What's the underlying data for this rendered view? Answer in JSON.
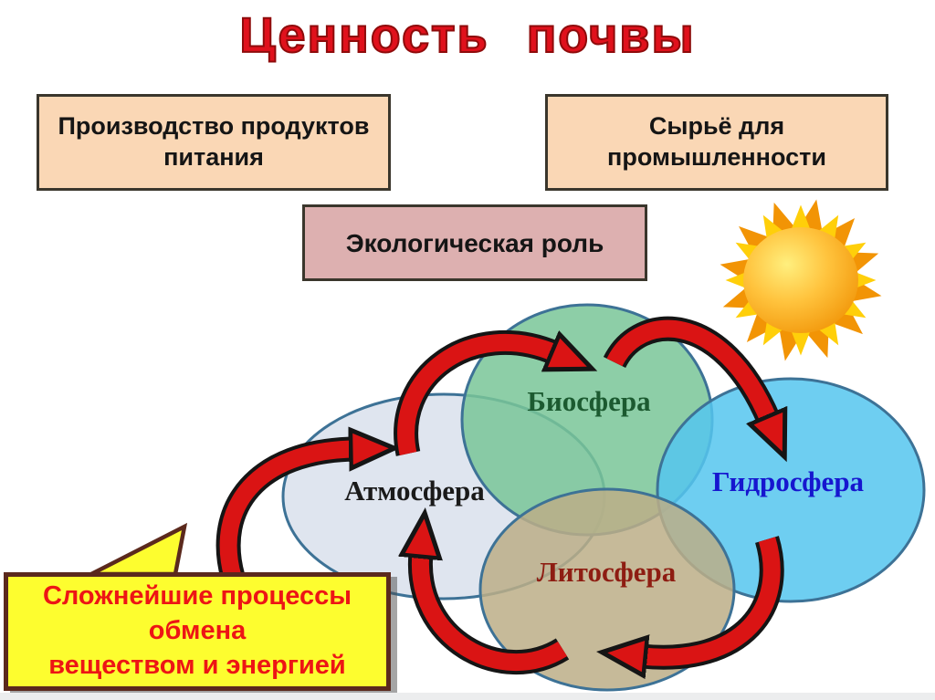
{
  "slide": {
    "title": "Ценность почвы",
    "title_color": "#e0111c",
    "background": "#ffffff"
  },
  "boxes": {
    "food": {
      "label": "Производство продуктов питания",
      "bg": "#fad7b5"
    },
    "industry": {
      "label": "Сырьё для промышленности",
      "bg": "#fad7b5"
    },
    "ecology": {
      "label": "Экологическая роль",
      "bg": "#ddb0b0"
    }
  },
  "venn": {
    "border_color": "#3d7296",
    "atmosphere": {
      "label": "Атмосфера",
      "fill": "#d9e0ec",
      "text_color": "#1a1a1a"
    },
    "biosphere": {
      "label": "Биосфера",
      "fill": "#79c698",
      "text_color": "#1c5a30"
    },
    "hydrosphere": {
      "label": "Гидросфера",
      "fill": "#55c6ee",
      "text_color": "#1616cf"
    },
    "lithosphere": {
      "label": "Литосфера",
      "fill": "#bcae87",
      "text_color": "#8e1d12"
    }
  },
  "callout": {
    "line1": "Сложнейшие процессы",
    "line2": "обмена",
    "line3": "веществом и энергией",
    "bg": "#fdfd2f",
    "border_color": "#5b291d",
    "text_color": "#ed1515"
  },
  "arrows": {
    "color": "#da1414",
    "outline": "#151515",
    "names": [
      "callout-to-atmosphere",
      "atmosphere-to-biosphere",
      "biosphere-to-hydrosphere",
      "hydrosphere-to-lithosphere",
      "lithosphere-to-atmosphere"
    ]
  },
  "sun": {
    "ray_yellow": "#ffcf0a",
    "ray_orange": "#f29405",
    "core_light": "#ffef7e",
    "core_mid": "#ffc33d",
    "core_dark": "#ef8e00"
  }
}
